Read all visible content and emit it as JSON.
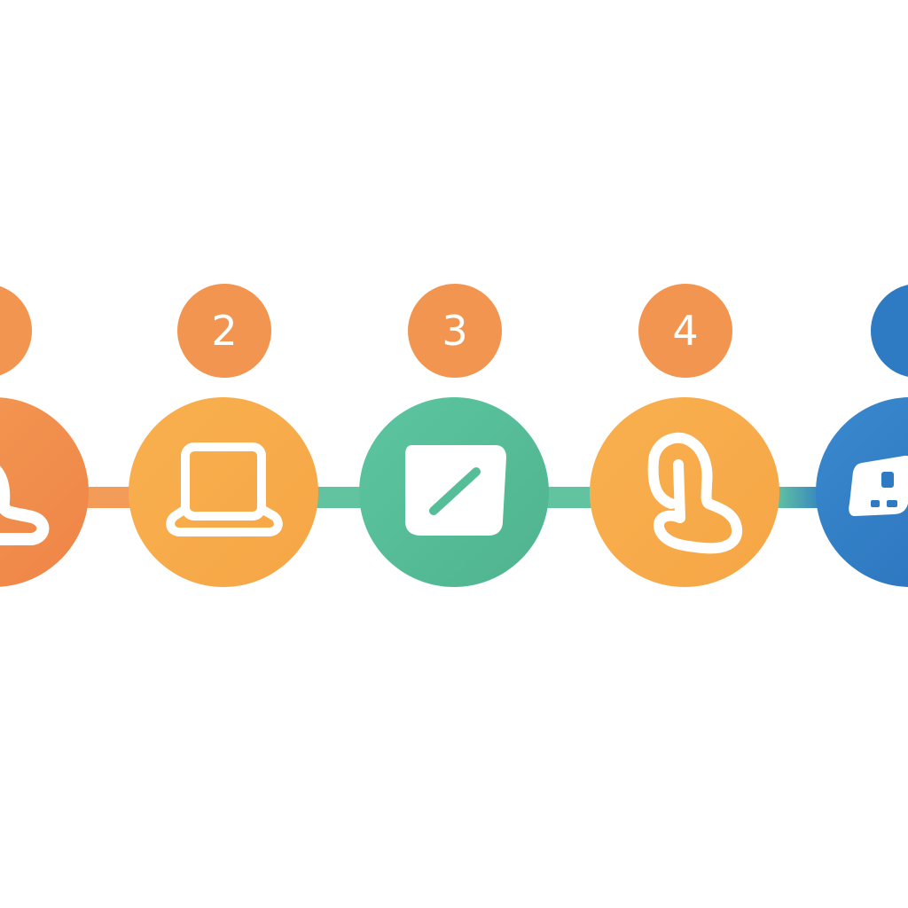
{
  "colors": {
    "orange_deep": "#F28C4B",
    "orange_light": "#F7AC4A",
    "green": "#55BE98",
    "blue": "#2E7BC4",
    "white": "#FFFFFF",
    "connector_orange": "#F39C5A",
    "connector_green": "#62C3A0"
  },
  "steps": [
    {
      "number": "",
      "icon": "hand-icon"
    },
    {
      "number": "2",
      "icon": "laptop-icon"
    },
    {
      "number": "3",
      "icon": "tablet-icon"
    },
    {
      "number": "4",
      "icon": "touch-hand-icon"
    },
    {
      "number": "",
      "icon": "device-icon"
    }
  ]
}
